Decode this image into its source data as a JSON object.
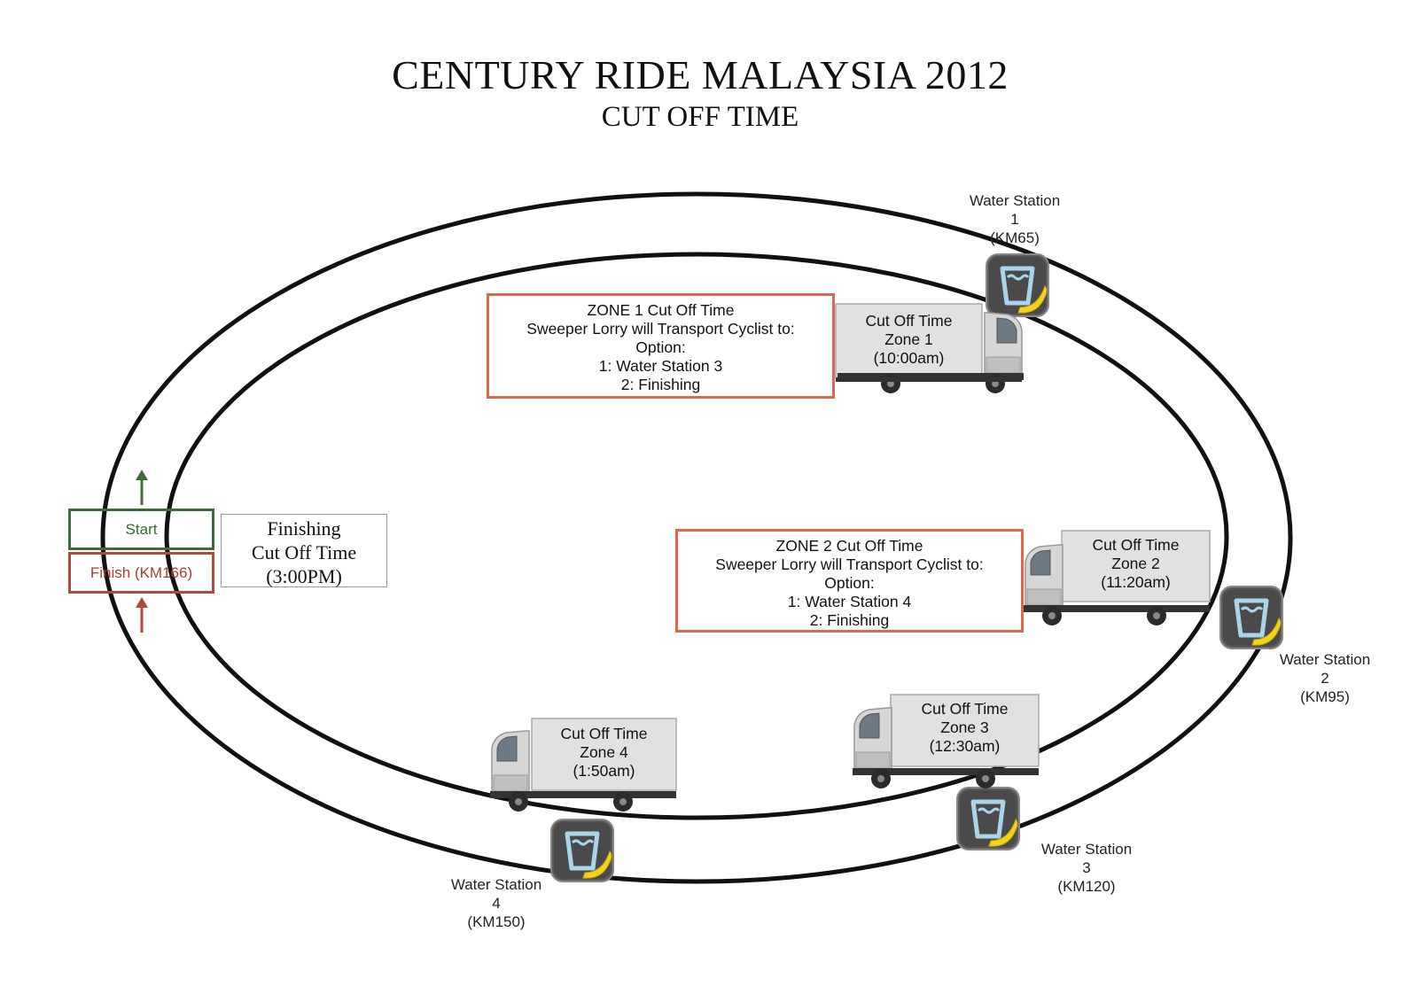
{
  "header": {
    "title": "CENTURY RIDE MALAYSIA 2012",
    "subtitle": "CUT OFF TIME"
  },
  "start_finish": {
    "start_label": "Start",
    "finish_label": "Finish (KM166)",
    "start_color": "#3d6b3e",
    "finish_color": "#b4493a"
  },
  "finishing_cutoff": {
    "line1": "Finishing",
    "line2": "Cut Off Time",
    "line3": "(3:00PM)"
  },
  "water_stations": [
    {
      "line1": "Water Station",
      "line2": "1",
      "line3": "(KM65)",
      "icon": "water-cup-banana-icon"
    },
    {
      "line1": "Water Station",
      "line2": "2",
      "line3": "(KM95)",
      "icon": "water-cup-banana-icon"
    },
    {
      "line1": "Water Station",
      "line2": "3",
      "line3": "(KM120)",
      "icon": "water-cup-banana-icon"
    },
    {
      "line1": "Water Station",
      "line2": "4",
      "line3": "(KM150)",
      "icon": "water-cup-banana-icon"
    }
  ],
  "trucks": [
    {
      "line1": "Cut Off Time",
      "line2": "Zone 1",
      "line3": "(10:00am)",
      "icon": "sweeper-lorry-icon"
    },
    {
      "line1": "Cut Off Time",
      "line2": "Zone 2",
      "line3": "(11:20am)",
      "icon": "sweeper-lorry-icon"
    },
    {
      "line1": "Cut Off Time",
      "line2": "Zone 3",
      "line3": "(12:30am)",
      "icon": "sweeper-lorry-icon"
    },
    {
      "line1": "Cut Off Time",
      "line2": "Zone 4",
      "line3": "(1:50am)",
      "icon": "sweeper-lorry-icon"
    }
  ],
  "zone_boxes": [
    {
      "heading": "ZONE 1 Cut Off Time",
      "line1": "Sweeper Lorry will Transport Cyclist to:",
      "line2": "Option:",
      "line3": "1: Water Station 3",
      "line4": "2: Finishing"
    },
    {
      "heading": "ZONE 2 Cut Off Time",
      "line1": "Sweeper Lorry will Transport Cyclist to:",
      "line2": "Option:",
      "line3": "1: Water Station 4",
      "line4": "2: Finishing"
    }
  ],
  "colors": {
    "zone_border": "#e0674b",
    "track": "#111111",
    "icon_bg": "#555555",
    "water": "#a9d4ea",
    "banana": "#f2d21a"
  }
}
